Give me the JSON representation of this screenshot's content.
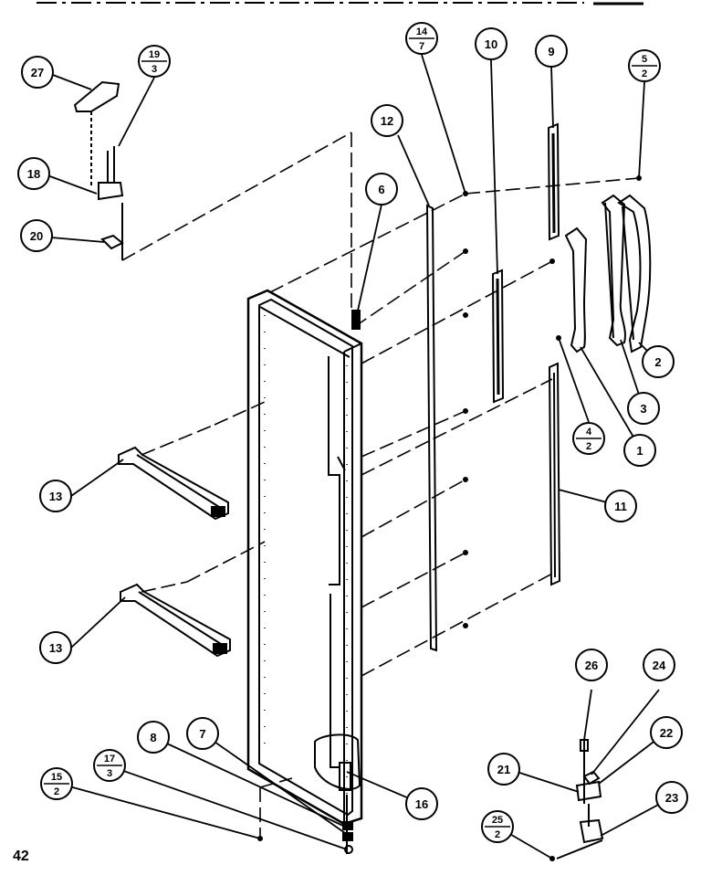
{
  "page_number": "42",
  "callouts": [
    {
      "id": "27",
      "label": "27"
    },
    {
      "id": "18",
      "label": "18"
    },
    {
      "id": "20",
      "label": "20"
    },
    {
      "id": "6",
      "label": "6"
    },
    {
      "id": "12",
      "label": "12"
    },
    {
      "id": "10",
      "label": "10"
    },
    {
      "id": "9",
      "label": "9"
    },
    {
      "id": "2",
      "label": "2"
    },
    {
      "id": "3",
      "label": "3"
    },
    {
      "id": "1",
      "label": "1"
    },
    {
      "id": "11",
      "label": "11"
    },
    {
      "id": "13a",
      "label": "13"
    },
    {
      "id": "13b",
      "label": "13"
    },
    {
      "id": "8",
      "label": "8"
    },
    {
      "id": "7",
      "label": "7"
    },
    {
      "id": "16",
      "label": "16"
    },
    {
      "id": "26",
      "label": "26"
    },
    {
      "id": "24",
      "label": "24"
    },
    {
      "id": "22",
      "label": "22"
    },
    {
      "id": "21",
      "label": "21"
    },
    {
      "id": "23",
      "label": "23"
    }
  ],
  "fraction_callouts": [
    {
      "id": "19-3",
      "top": "19",
      "bottom": "3"
    },
    {
      "id": "14-7",
      "top": "14",
      "bottom": "7"
    },
    {
      "id": "5-2",
      "top": "5",
      "bottom": "2"
    },
    {
      "id": "4-2",
      "top": "4",
      "bottom": "2"
    },
    {
      "id": "17-3",
      "top": "17",
      "bottom": "3"
    },
    {
      "id": "15-2",
      "top": "15",
      "bottom": "2"
    },
    {
      "id": "25-2",
      "top": "25",
      "bottom": "2"
    }
  ]
}
